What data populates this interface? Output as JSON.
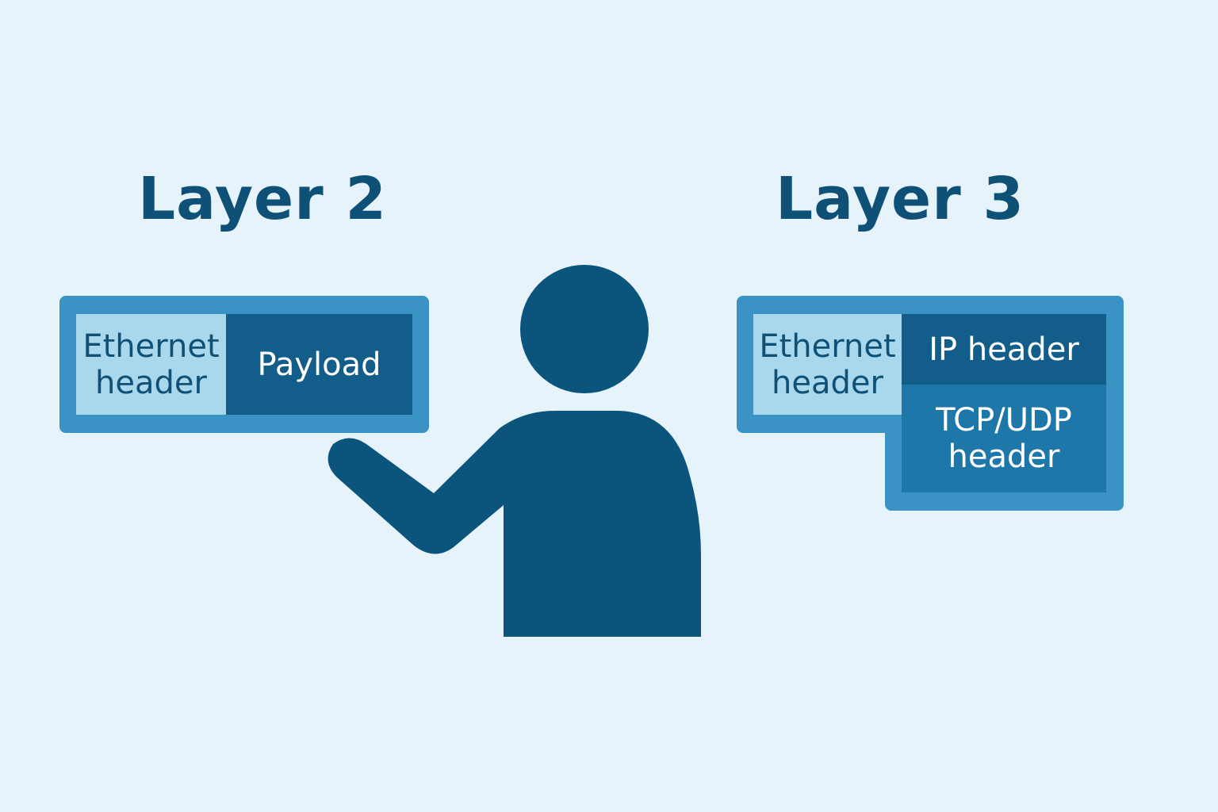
{
  "layer2": {
    "title": "Layer 2",
    "ethernet_header": "Ethernet header",
    "payload": "Payload"
  },
  "layer3": {
    "title": "Layer 3",
    "ethernet_header": "Ethernet header",
    "ip_header": "IP header",
    "tcp_udp_header": "TCP/UDP header"
  },
  "colors": {
    "background": "#e7f3fb",
    "frame": "#3a93c4",
    "light": "#a9d8ec",
    "dark": "#125d89",
    "mid": "#1d77a8",
    "person": "#0b557c"
  }
}
